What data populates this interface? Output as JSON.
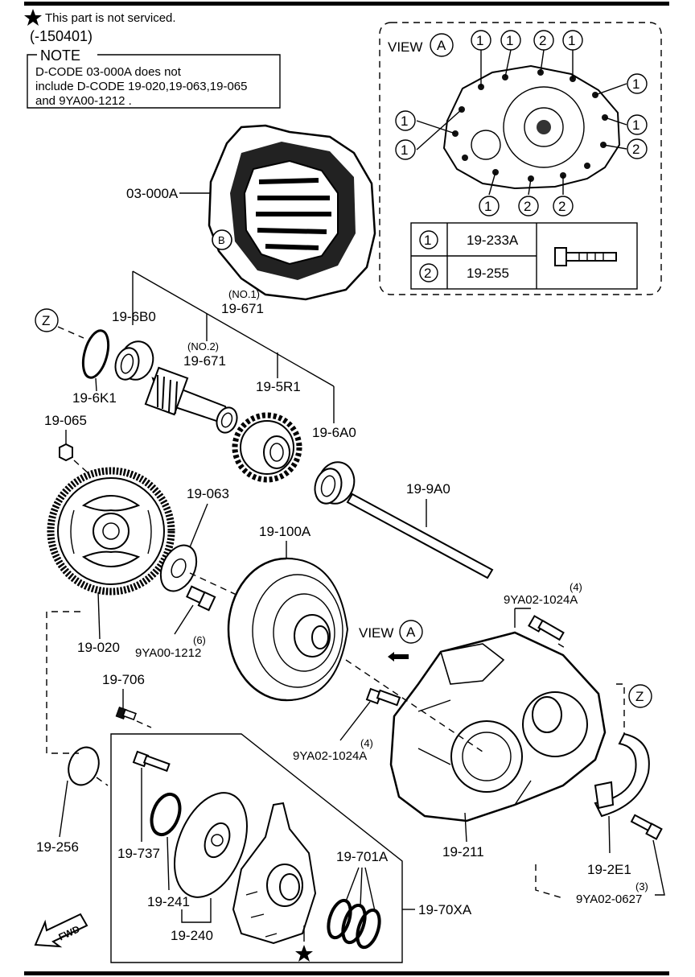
{
  "header": {
    "star_note": "This part is not serviced.",
    "date_code": "(-150401)",
    "note_title": "NOTE",
    "note_lines": [
      "D-CODE 03-000A does not",
      "include D-CODE 19-020,19-063,19-065",
      "and 9YA00-1212 ."
    ]
  },
  "view_a": {
    "title": "VIEW",
    "letter": "A",
    "markers": [
      "1",
      "2"
    ],
    "legend": [
      {
        "key": "1",
        "part": "19-233A"
      },
      {
        "key": "2",
        "part": "19-255"
      }
    ]
  },
  "labels": {
    "transaxle": "03-000A",
    "b_marker": "B",
    "z_marker": "Z",
    "bearing_19_6b0": "19-6B0",
    "oring_19_6k1": "19-6K1",
    "no1": "(NO.1)",
    "shaft_no1": "19-671",
    "no2": "(NO.2)",
    "shaft_no2": "19-671",
    "gear_19_5r1": "19-5R1",
    "bearing_19_6a0": "19-6A0",
    "nut_19_065": "19-065",
    "plate_19_063": "19-063",
    "shaft_19_9a0": "19-9A0",
    "converter_19_100a": "19-100A",
    "flywheel_19_020": "19-020",
    "bolt_9ya00_qty": "(6)",
    "bolt_9ya00": "9YA00-1212",
    "view_a_ref": "VIEW",
    "view_a_ref_letter": "A",
    "bolt_9ya02_1024a_top_qty": "(4)",
    "bolt_9ya02_1024a_top": "9YA02-1024A",
    "plug_19_706": "19-706",
    "bolt_9ya02_1024a_mid_qty": "(4)",
    "bolt_9ya02_1024a_mid": "9YA02-1024A",
    "ring_19_256": "19-256",
    "bolt_19_737": "19-737",
    "seal_19_241": "19-241",
    "pump_19_240": "19-240",
    "rings_19_701a": "19-701A",
    "kit_19_70xa": "19-70XA",
    "case_19_211": "19-211",
    "shield_19_2e1": "19-2E1",
    "bolt_9ya02_0627_qty": "(3)",
    "bolt_9ya02_0627": "9YA02-0627",
    "fwd": "FWD"
  }
}
